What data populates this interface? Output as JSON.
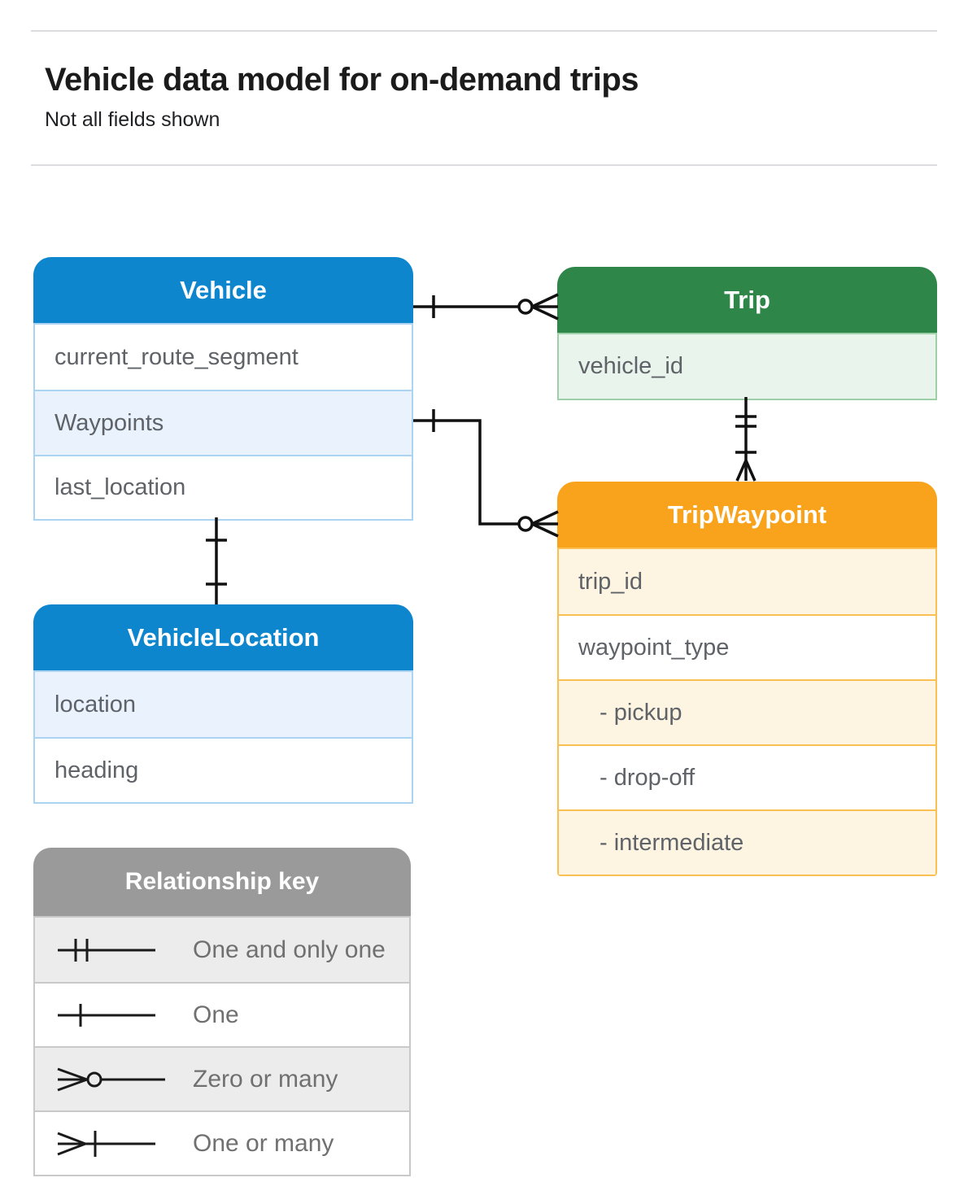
{
  "page": {
    "title": "Vehicle data model for on-demand trips",
    "subtitle": "Not all fields shown"
  },
  "entities": {
    "vehicle": {
      "title": "Vehicle",
      "fields": [
        "current_route_segment",
        "Waypoints",
        "last_location"
      ]
    },
    "trip": {
      "title": "Trip",
      "fields": [
        "vehicle_id"
      ]
    },
    "trip_waypoint": {
      "title": "TripWaypoint",
      "fields": [
        "trip_id",
        "waypoint_type",
        "- pickup",
        "- drop-off",
        "- intermediate"
      ]
    },
    "vehicle_location": {
      "title": "VehicleLocation",
      "fields": [
        "location",
        "heading"
      ]
    }
  },
  "legend": {
    "title": "Relationship key",
    "items": [
      {
        "symbol": "one-and-only-one",
        "label": "One and only one"
      },
      {
        "symbol": "one",
        "label": "One"
      },
      {
        "symbol": "zero-or-many",
        "label": "Zero or many"
      },
      {
        "symbol": "one-or-many",
        "label": "One or many"
      }
    ]
  },
  "relationships": [
    {
      "from": "Vehicle",
      "to": "Trip",
      "from_end": "one",
      "to_end": "zero-or-many"
    },
    {
      "from": "Vehicle.Waypoints",
      "to": "TripWaypoint",
      "from_end": "one",
      "to_end": "zero-or-many"
    },
    {
      "from": "Trip",
      "to": "TripWaypoint",
      "from_end": "one-and-only-one",
      "to_end": "one-or-many"
    },
    {
      "from": "Vehicle",
      "to": "VehicleLocation",
      "from_end": "one",
      "to_end": "one"
    }
  ],
  "colors": {
    "blue_header": "#0d86ce",
    "blue_row": "#e9f2fd",
    "blue_border": "#abd4f2",
    "green_header": "#2e8648",
    "green_row": "#e9f4ec",
    "green_border": "#9dcfa9",
    "orange_header": "#f9a21b",
    "orange_row": "#fdf4e2",
    "orange_border": "#fcc052",
    "gray_header": "#9a9a9a",
    "gray_row": "#ececec",
    "gray_border": "#c9c9c9",
    "divider": "#dadce0",
    "field_text": "#5f6368",
    "connector": "#111111"
  }
}
